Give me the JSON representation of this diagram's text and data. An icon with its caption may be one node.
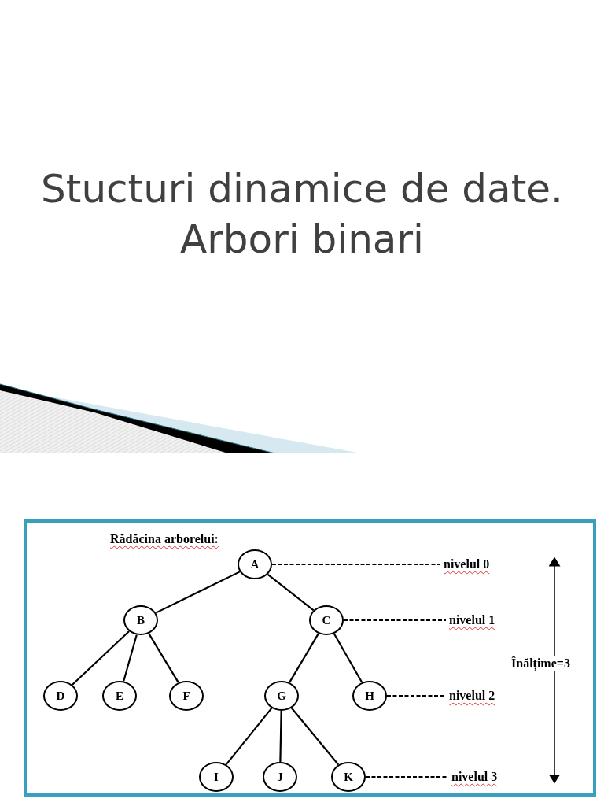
{
  "diagram": {
    "title": "Stucturi dinamice de date. Arbori binari",
    "nodes": [
      {
        "text": [
          "A"
        ]
      },
      {
        "text": [
          "B"
        ]
      },
      {
        "text": [
          "C"
        ]
      },
      {
        "text": [
          "D"
        ]
      },
      {
        "text": [
          "E"
        ]
      },
      {
        "text": [
          "F"
        ]
      },
      {
        "text": [
          "G"
        ]
      },
      {
        "text": [
          "H"
        ]
      },
      {
        "text": [
          "I"
        ]
      },
      {
        "text": [
          "J"
        ]
      },
      {
        "text": [
          "K"
        ]
      },
      {
        "text": [
          "nivelul 0"
        ]
      },
      {
        "text": [
          "nivelul 1"
        ]
      },
      {
        "text": [
          "nivelul 2"
        ]
      },
      {
        "text": [
          "nivelul 3"
        ]
      }
    ],
    "edges": [
      {
        "from": 0,
        "to": 1,
        "arrow": "none"
      },
      {
        "from": 0,
        "to": 2,
        "arrow": "none"
      },
      {
        "from": 1,
        "to": 3,
        "arrow": "none"
      },
      {
        "from": 1,
        "to": 4,
        "arrow": "none"
      },
      {
        "from": 1,
        "to": 5,
        "arrow": "none"
      },
      {
        "from": 2,
        "to": 6,
        "arrow": "none"
      },
      {
        "from": 2,
        "to": 7,
        "arrow": "none"
      },
      {
        "from": 6,
        "to": 8,
        "arrow": "none"
      },
      {
        "from": 6,
        "to": 9,
        "arrow": "none"
      },
      {
        "from": 6,
        "to": 10,
        "arrow": "none"
      },
      {
        "from": 0,
        "to": 11,
        "arrow": "none",
        "style": "dashed"
      },
      {
        "from": 2,
        "to": 12,
        "arrow": "none",
        "style": "dashed"
      },
      {
        "from": 7,
        "to": 13,
        "arrow": "none",
        "style": "dashed"
      },
      {
        "from": 10,
        "to": 14,
        "arrow": "none",
        "style": "dashed"
      }
    ],
    "labels": [
      "Rădăcina arborelui:",
      "Înălțime=3"
    ]
  }
}
